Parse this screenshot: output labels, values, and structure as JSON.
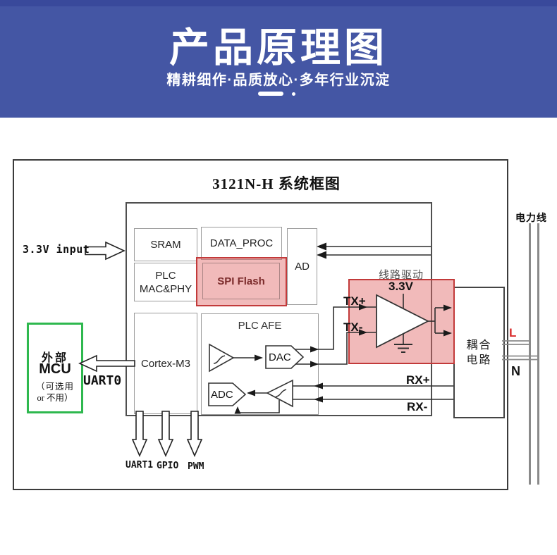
{
  "banner": {
    "title": "产品原理图",
    "subtitle": "精耕细作·品质放心·多年行业沉淀"
  },
  "diagram": {
    "title": "3121N-H 系统框图",
    "chip": {
      "sram": "SRAM",
      "plc_mac_line1": "PLC",
      "plc_mac_line2": "MAC&PHY",
      "data_proc": "DATA_PROC",
      "spi_flash": "SPI Flash",
      "ad": "AD",
      "cortex": "Cortex-M3",
      "plc_afe": "PLC AFE",
      "dac": "DAC",
      "adc": "ADC"
    },
    "left": {
      "power_input": "3.3V input",
      "uart0": "UART0",
      "mcu_line1": "外部",
      "mcu_line2": "MCU",
      "mcu_line3": "（可选用",
      "mcu_line4": "or 不用）"
    },
    "bottom": {
      "uart1": "UART1",
      "gpio": "GPIO",
      "pwm": "PWM"
    },
    "driver": {
      "label": "线路驱动",
      "voltage": "3.3V"
    },
    "signals": {
      "tx_plus": "TX+",
      "tx_minus": "TX-",
      "rx_plus": "RX+",
      "rx_minus": "RX-"
    },
    "right": {
      "coupling_line1": "耦合",
      "coupling_line2": "电路",
      "power_line": "电力线",
      "live": "L",
      "neutral": "N"
    }
  },
  "colors": {
    "banner_bg": "#4456a4",
    "banner_strip": "#39499b",
    "highlight_fill": "rgba(224,103,103,0.45)",
    "highlight_border": "#c23a3a",
    "spi_text": "#7b2b2b",
    "mcu_border": "#2eb84e",
    "live_red": "#d92b2b",
    "power_line_gray": "#8a8a8a",
    "wire": "#2e2e2e"
  }
}
